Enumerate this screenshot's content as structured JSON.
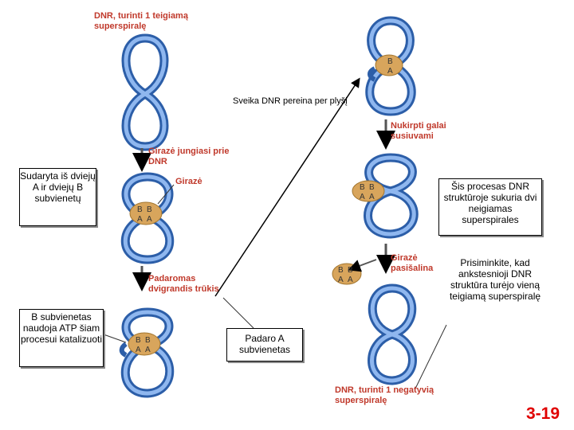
{
  "labels": {
    "top_left_title": "DNR, turinti 1 teigiamą superspiralę",
    "gyrase_binds": "Girazė jungiasi prie DNR",
    "gyrase": "Girazė",
    "double_strand_break": "Padaromas dvigrandis trūkis",
    "healthy_dna": "Sveika DNR pereina per plyšį",
    "nicked_ends": "Nukirpti galai susiuvami",
    "gyrase_leaves": "Girazė pasišalina",
    "bottom_title": "DNR, turinti 1 negatyvią superspiralę"
  },
  "callouts": {
    "composition": "Sudaryta iš dviejų A ir dviejų B subvienetų",
    "b_subunits": "B subvienetas naudoja ATP šiam procesui katalizuoti",
    "a_subunits": "Padaro A subvienetas",
    "negative_supercoils": "Šis procesas DNR struktūroje sukuria dvi neigiamas superspirales",
    "reminder": "Prisiminkite, kad ankstesnioji DNR struktūra turėjo vieną teigiamą superspiralę"
  },
  "subunit_letters": {
    "b": "B",
    "a": "A"
  },
  "slide_number": "3-19",
  "colors": {
    "dna": "#5b8fd6",
    "dna_edge": "#2c5ea8",
    "gyrase": "#d8a55c",
    "label_red": "#c0392b",
    "slide_number": "#e00000"
  }
}
